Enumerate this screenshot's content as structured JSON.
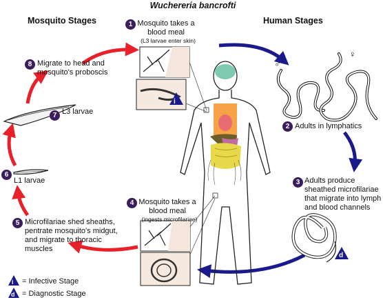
{
  "title": "Wuchereria bancrofti",
  "headers": {
    "mosquito": "Mosquito Stages",
    "human": "Human Stages"
  },
  "steps": [
    {
      "num": "1",
      "text": "Mosquito takes a blood meal",
      "sub": "(L3 larvae enter skin)"
    },
    {
      "num": "2",
      "text": "Adults in lymphatics"
    },
    {
      "num": "3",
      "text": "Adults produce sheathed microfilariae that migrate into lymph and blood channels"
    },
    {
      "num": "4",
      "text": "Mosquito takes a blood meal",
      "sub": "(ingests microfilariae)"
    },
    {
      "num": "5",
      "text": "Microfilariae shed sheaths, pentrate mosquito's midgut, and migrate to thoracic muscles"
    },
    {
      "num": "6",
      "text": "L1 larvae"
    },
    {
      "num": "7",
      "text": "L3 larvae"
    },
    {
      "num": "8",
      "text": "Migrate to head and mosquito's proboscis"
    }
  ],
  "sex": {
    "male": "♂",
    "female": "♀"
  },
  "legend": {
    "infective": {
      "symbol": "i",
      "label": "= Infective Stage"
    },
    "diagnostic": {
      "symbol": "d",
      "label": "= Diagnostic Stage"
    }
  },
  "colors": {
    "red_arrow": "#e8202a",
    "blue_arrow": "#1a1a8c",
    "badge": "#3a1d5c"
  }
}
